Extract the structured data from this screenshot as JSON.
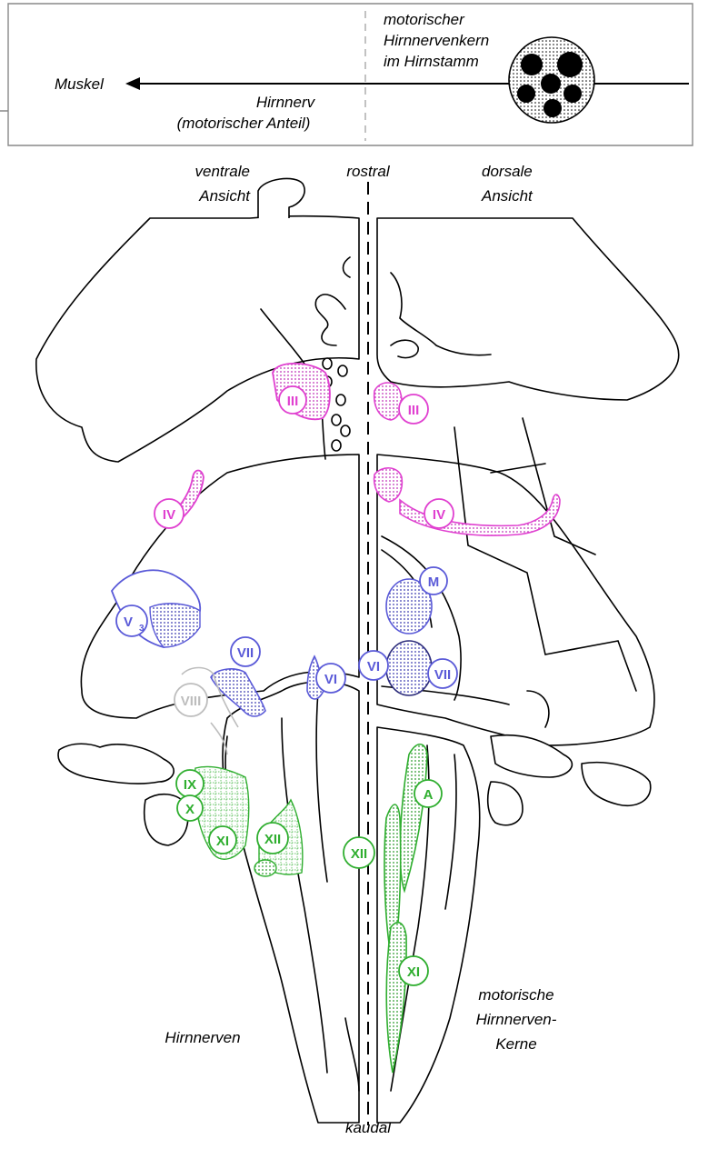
{
  "legend": {
    "muscle": "Muskel",
    "nucleus_line1": "motorischer",
    "nucleus_line2": "Hirnnervenkern",
    "nucleus_line3": "im Hirnstamm",
    "nerve_line1": "Hirnnerv",
    "nerve_line2": "(motorischer Anteil)"
  },
  "orientation": {
    "top": "rostral",
    "bottom": "kaudal",
    "left_view_line1": "ventrale",
    "left_view_line2": "Ansicht",
    "right_view_line1": "dorsale",
    "right_view_line2": "Ansicht"
  },
  "captions": {
    "left": "Hirnnerven",
    "right_line1": "motorische",
    "right_line2": "Hirnnerven-",
    "right_line3": "Kerne"
  },
  "colors": {
    "magenta": "#e040d0",
    "blue": "#5a5ad8",
    "green": "#2fae2f",
    "gray": "#bdbdbd"
  },
  "ventral_labels": {
    "III": "III",
    "IV": "IV",
    "V3": "V",
    "V3_sub": "3",
    "VI": "VI",
    "VII": "VII",
    "VIII": "VIII",
    "IX": "IX",
    "X": "X",
    "XI": "XI",
    "XII": "XII"
  },
  "dorsal_labels": {
    "III": "III",
    "IV": "IV",
    "M": "M",
    "VI": "VI",
    "VII": "VII",
    "A": "A",
    "XII": "XII",
    "XI": "XI"
  }
}
